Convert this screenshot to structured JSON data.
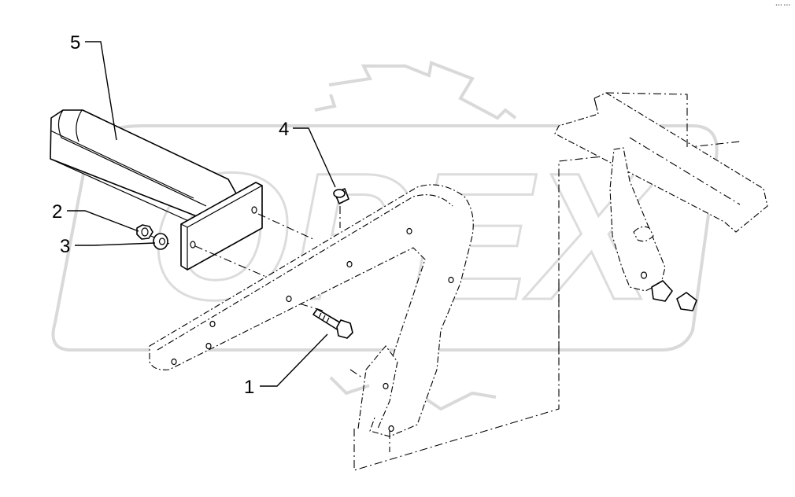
{
  "watermark": {
    "text": "OPEX",
    "color": "#d9d9d9"
  },
  "corner_mark": "••• •••",
  "callouts": [
    {
      "id": "1",
      "label": "1",
      "part": "bolt"
    },
    {
      "id": "2",
      "label": "2",
      "part": "nut"
    },
    {
      "id": "3",
      "label": "3",
      "part": "washer"
    },
    {
      "id": "4",
      "label": "4",
      "part": "bushing"
    },
    {
      "id": "5",
      "label": "5",
      "part": "tube-with-plate"
    }
  ]
}
